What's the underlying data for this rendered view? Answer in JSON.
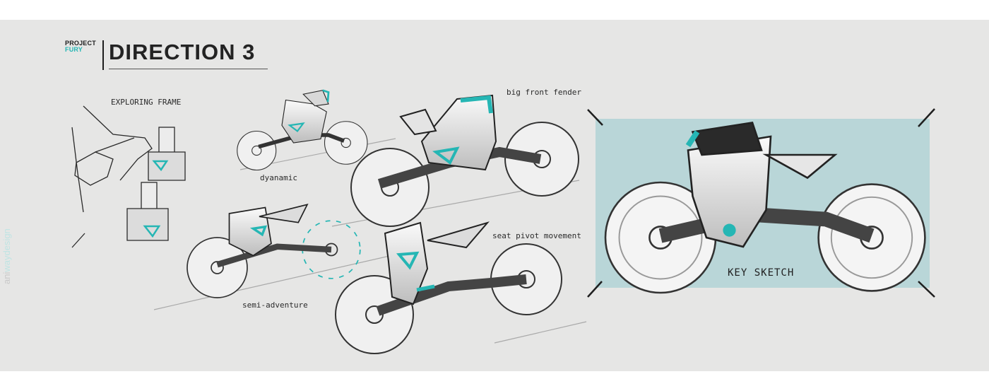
{
  "header": {
    "brand_top": "PROJECT",
    "brand_bottom": "FURY",
    "title": "DIRECTION 3"
  },
  "annotations": {
    "exploring_frame": "EXPLORING FRAME",
    "dynamic": "dyanamic",
    "big_front_fender": "big front fender",
    "semi_adventure": "semi-adventure",
    "seat_pivot": "seat pivot movement",
    "key_sketch": "KEY SKETCH"
  },
  "watermark": {
    "prefix": "ani",
    "highlight": "waydesign"
  },
  "colors": {
    "board": "#e6e6e5",
    "accent": "#25b6b4",
    "panel": "#b9d6d8",
    "ink": "#232323"
  }
}
